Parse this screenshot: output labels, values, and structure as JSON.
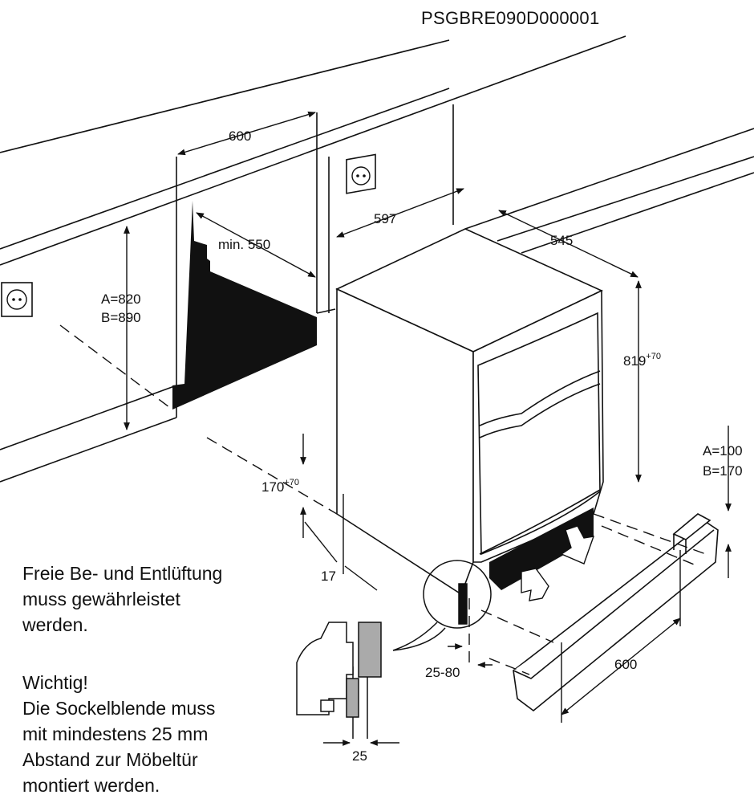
{
  "document_code": "PSGBRE090D000001",
  "dimensions": {
    "niche_width": "600",
    "niche_depth_min": "min. 550",
    "appliance_width": "597",
    "appliance_depth": "545",
    "appliance_height": "819",
    "appliance_height_sup": "+70",
    "niche_height_a": "A=820",
    "niche_height_b": "B=890",
    "plinth_height": "170",
    "plinth_height_sup": "+70",
    "offset_17": "17",
    "door_offset": "25-80",
    "plinth_a": "A=100",
    "plinth_b": "B=170",
    "plinth_width": "600",
    "detail_gap": "25"
  },
  "notes": {
    "ventilation": [
      "Freie Be- und Entlüftung",
      "muss gewährleistet",
      "werden."
    ],
    "important_title": "Wichtig!",
    "important_text": [
      "Die Sockelblende muss",
      "mit mindestens 25 mm",
      "Abstand zur Möbeltür",
      "montiert werden."
    ]
  }
}
